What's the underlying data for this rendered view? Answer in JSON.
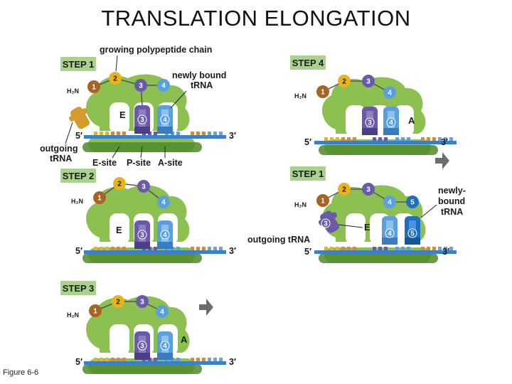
{
  "title": "TRANSLATION ELONGATION",
  "caption": "Figure 6-6",
  "h2n": "H₂N",
  "five_prime": "5′",
  "three_prime": "3′",
  "site_letters": {
    "e": "E",
    "a": "A"
  },
  "colors": {
    "ribosome": "#8cc152",
    "ribosome_dark": "#4f8a2b",
    "step_box": "#a9d38a",
    "mrna": "#3a80c8",
    "aa1": "#a8641e",
    "aa2": "#e8b41c",
    "aa3": "#6a5aa8",
    "aa4": "#5b9fdc",
    "aa5": "#1f6fc0",
    "trna_outgoing_step1": "#d39a2c",
    "arrow": "#6d6d6d"
  },
  "panels": [
    {
      "step": "STEP 1",
      "labels": {
        "chain": "growing polypeptide chain",
        "newly_bound": [
          "newly bound",
          "tRNA"
        ],
        "outgoing": [
          "outgoing",
          "tRNA"
        ],
        "sites": [
          "E-site",
          "P-site",
          "A-site"
        ]
      },
      "chain_numbers": [
        "1",
        "2",
        "3",
        "4"
      ]
    },
    {
      "step": "STEP 2",
      "chain_numbers": [
        "1",
        "2",
        "3",
        "4"
      ]
    },
    {
      "step": "STEP 3",
      "chain_numbers": [
        "1",
        "2",
        "3",
        "4"
      ]
    },
    {
      "step": "STEP 4",
      "chain_numbers": [
        "1",
        "2",
        "3",
        "4"
      ]
    },
    {
      "step": "STEP 1",
      "labels": {
        "outgoing": "outgoing tRNA",
        "newly_bound": [
          "newly-",
          "bound",
          "tRNA"
        ]
      },
      "chain_numbers": [
        "1",
        "2",
        "3",
        "4",
        "5"
      ]
    }
  ]
}
